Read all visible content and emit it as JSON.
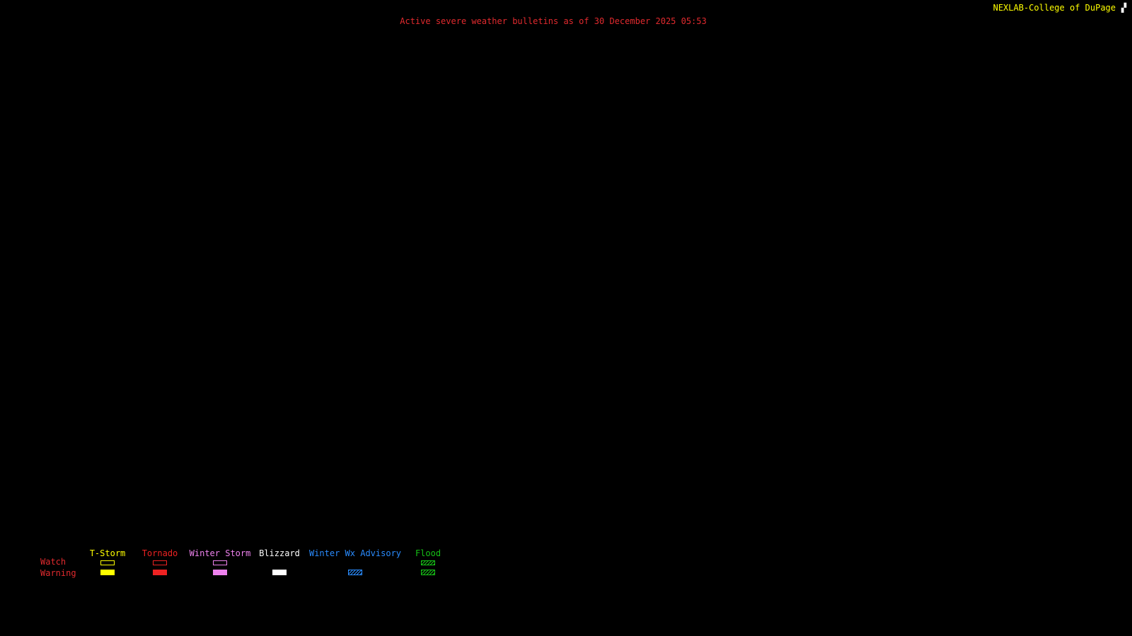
{
  "header": {
    "title": "Active severe weather bulletins as of 30 December 2025 05:53",
    "title_color": "#e12a2e",
    "attribution": "NEXLAB-College of DuPage",
    "attribution_color": "#ffff00",
    "corner_icon": "corner-glyph"
  },
  "map": {
    "background_color": "#000000"
  },
  "legend": {
    "watch_label": "Watch",
    "warning_label": "Warning",
    "row_label_color": "#e12a2e",
    "columns": [
      {
        "label": "T-Storm",
        "color": "#ffff00",
        "watch": "outline",
        "warning": "fill"
      },
      {
        "label": "Tornado",
        "color": "#ee2222",
        "watch": "outline",
        "warning": "fill"
      },
      {
        "label": "Winter Storm",
        "color": "#ee82ee",
        "watch": "outline",
        "warning": "fill"
      },
      {
        "label": "Blizzard",
        "color": "#ffffff",
        "watch": "none",
        "warning": "fill"
      },
      {
        "label": "Winter Wx Advisory",
        "color": "#2a8cff",
        "watch": "none",
        "warning": "hatch"
      },
      {
        "label": "Flood",
        "color": "#16c116",
        "watch": "hatch",
        "warning": "hatch"
      }
    ]
  }
}
